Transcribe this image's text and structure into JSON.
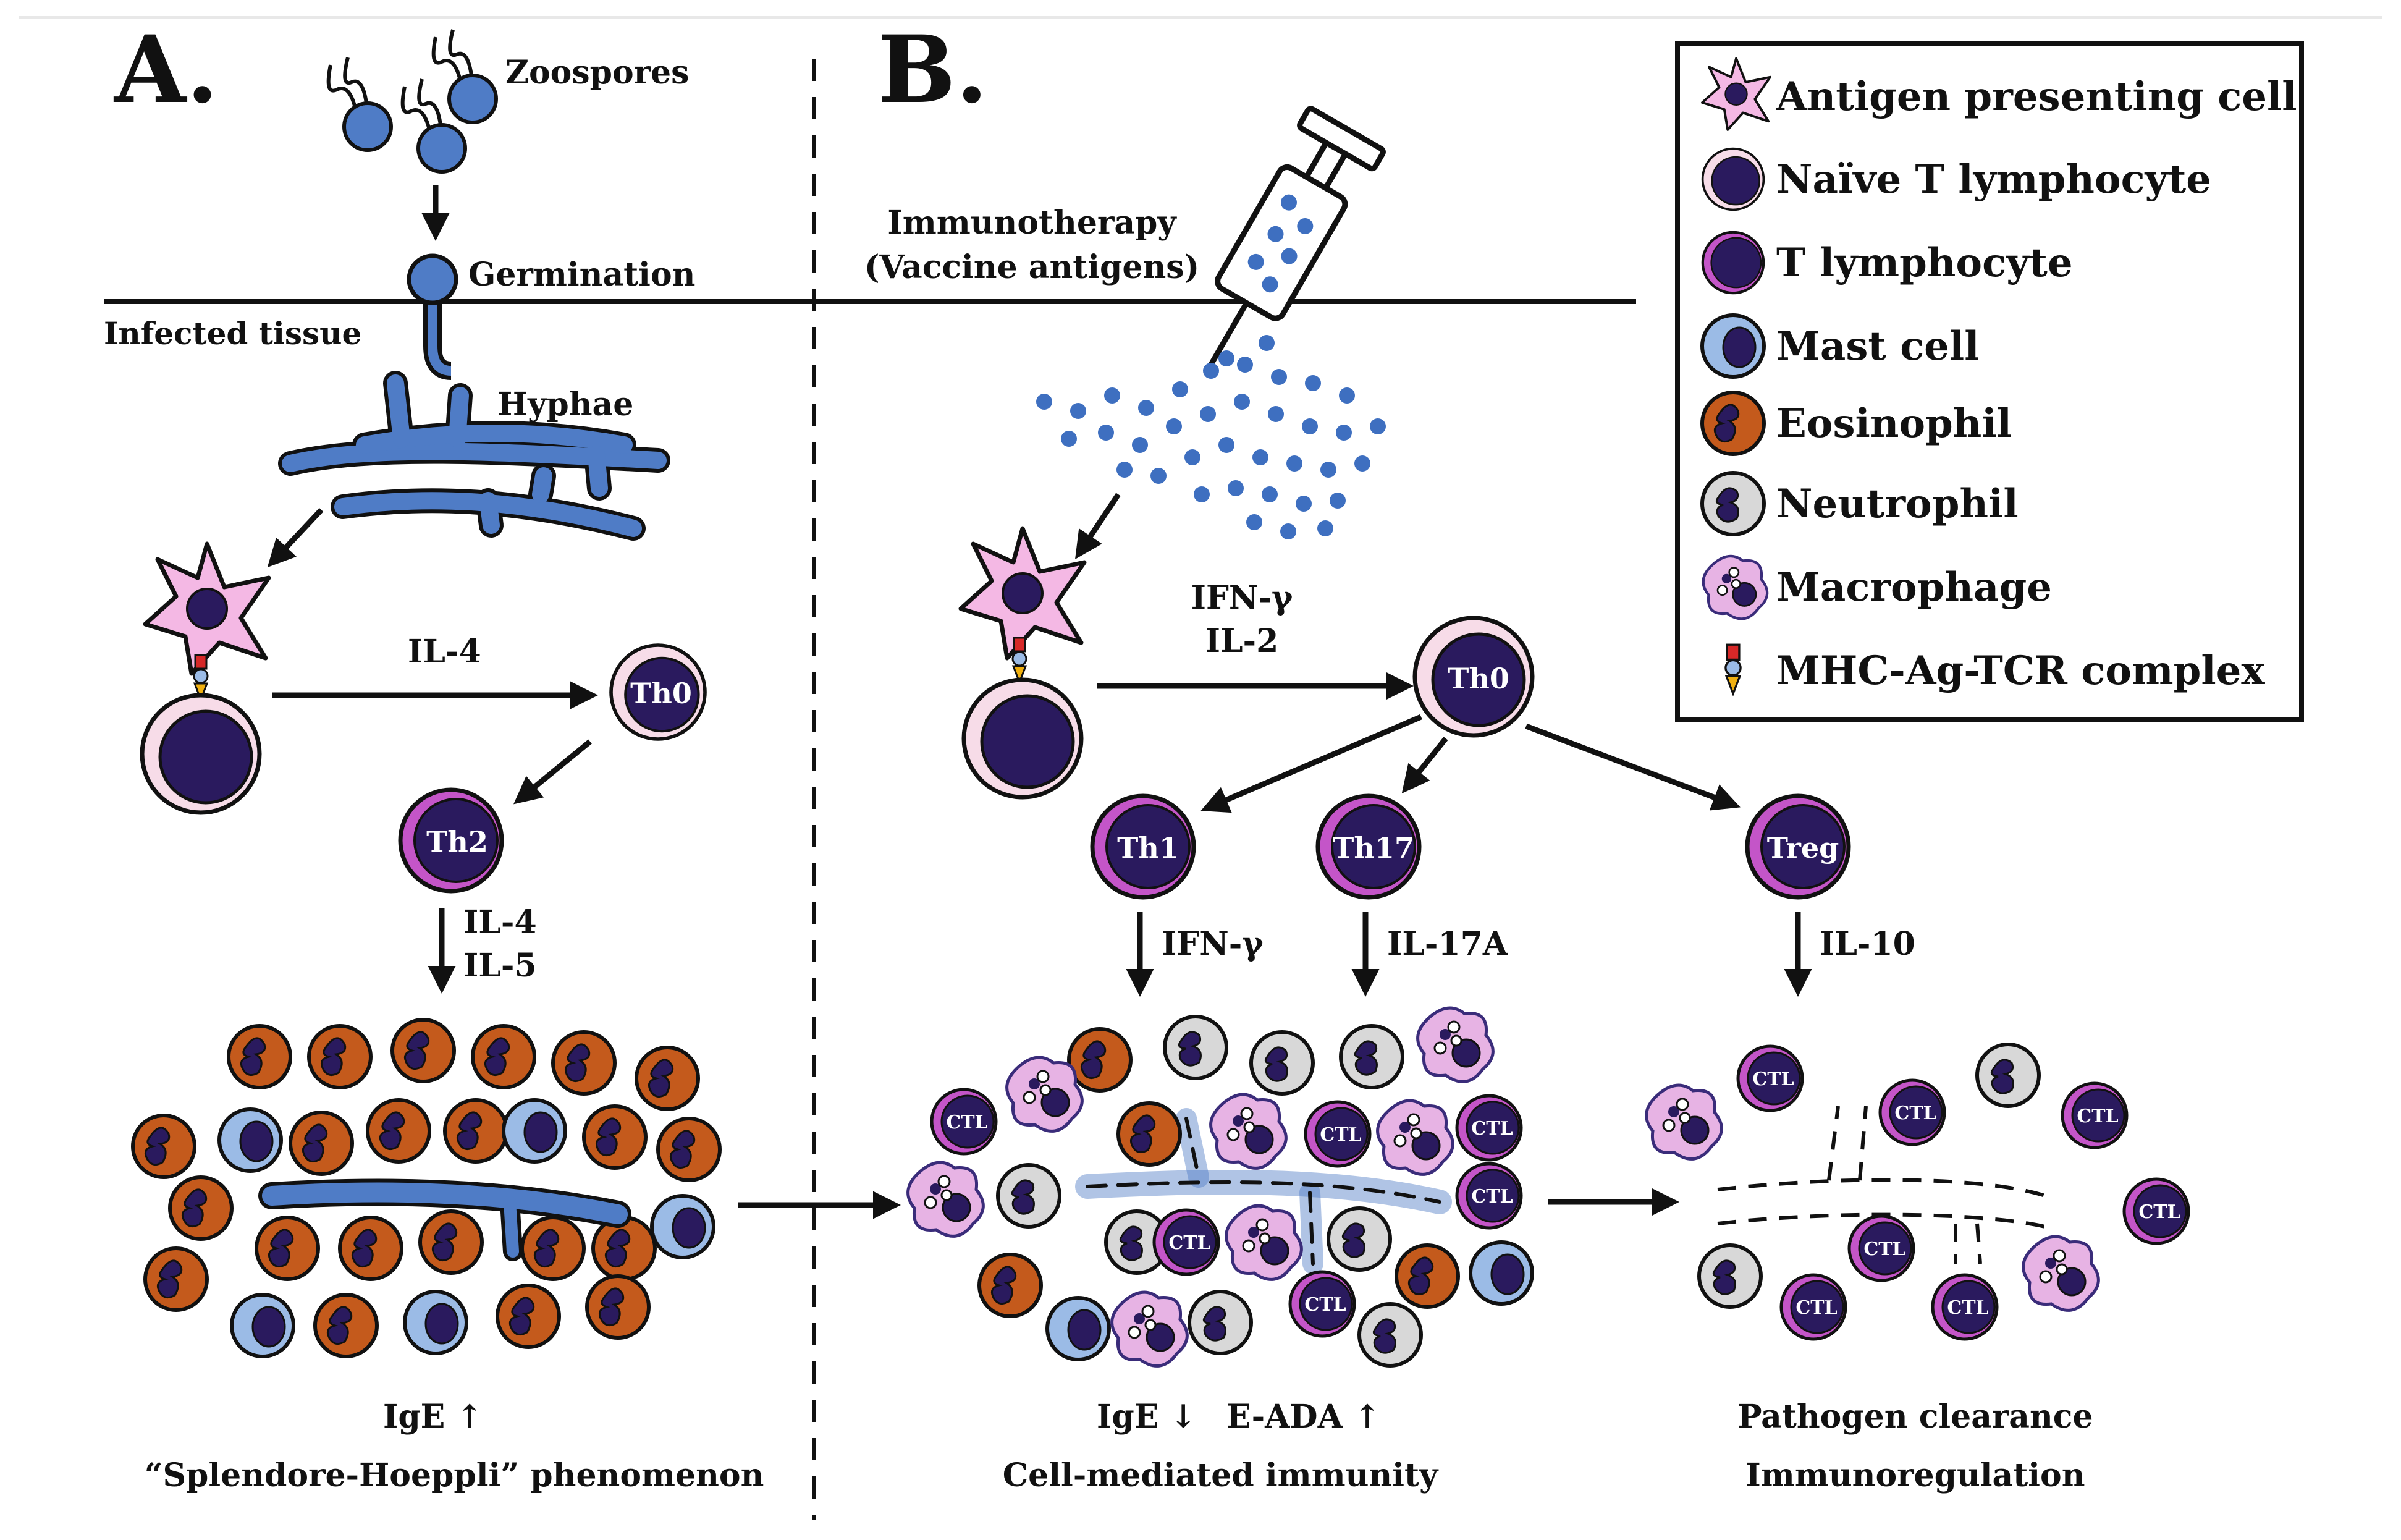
{
  "panels": {
    "a_label": "A.",
    "b_label": "B."
  },
  "labels": {
    "zoospores": "Zoospores",
    "germination": "Germination",
    "infected_tissue": "Infected tissue",
    "hyphae": "Hyphae",
    "immunotherapy_line1": "Immunotherapy",
    "immunotherapy_line2": "(Vaccine antigens)",
    "a_il4": "IL-4",
    "a_cytokine_1": "IL-4",
    "a_cytokine_2": "IL-5",
    "b_cytokine_1": "IFN-γ",
    "b_cytokine_2": "IL-2",
    "th1_cytokine": "IFN-γ",
    "th17_cytokine": "IL-17A",
    "treg_cytokine": "IL-10"
  },
  "cells": {
    "th0": "Th0",
    "th2": "Th2",
    "th1": "Th1",
    "th17": "Th17",
    "treg": "Treg",
    "ctl": "CTL"
  },
  "outcomes": {
    "a_ige": "IgE",
    "a_phenomenon": "“Splendore-Hoeppli” phenomenon",
    "b_ige": "IgE",
    "b_eada": "E-ADA",
    "b_immunity": "Cell-mediated immunity",
    "c_line1": "Pathogen clearance",
    "c_line2": "Immunoregulation"
  },
  "legend": {
    "items": [
      {
        "label": "Antigen presenting cell",
        "icon": "apc-icon"
      },
      {
        "label": "Naïve T lymphocyte",
        "icon": "naive-t-icon"
      },
      {
        "label": "T lymphocyte",
        "icon": "t-lymphocyte-icon"
      },
      {
        "label": "Mast cell",
        "icon": "mast-cell-icon"
      },
      {
        "label": "Eosinophil",
        "icon": "eosinophil-icon"
      },
      {
        "label": "Neutrophil",
        "icon": "neutrophil-icon"
      },
      {
        "label": "Macrophage",
        "icon": "macrophage-icon"
      },
      {
        "label": "MHC-Ag-TCR complex",
        "icon": "mhc-complex-icon"
      }
    ]
  },
  "colors": {
    "navy": "#2a1a5e",
    "apc_pink": "#f4b8e4",
    "t_ring": "#c455c8",
    "naive_ring": "#f7dce8",
    "mast": "#9bbbe6",
    "eosinophil": "#c45a1c",
    "neutrophil": "#d8d8d8",
    "hyphae": "#4f7cc6",
    "antigen": "#3e6fc0"
  }
}
